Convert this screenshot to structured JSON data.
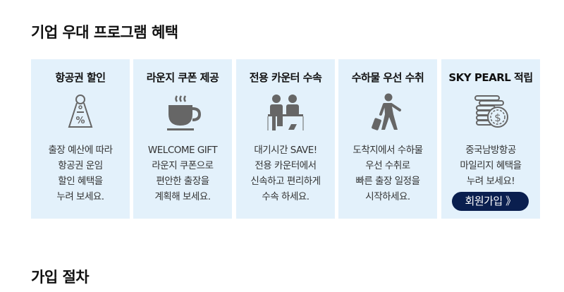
{
  "section_title": "기업 우대 프로그램 혜택",
  "next_section_title": "가입 절차",
  "cards": [
    {
      "title": "항공권 할인",
      "icon": "discount-tag-icon",
      "lines": [
        "출장 예산에 따라",
        "항공권 운임",
        "할인 혜택을",
        "누려 보세요."
      ]
    },
    {
      "title": "라운지 쿠폰 제공",
      "icon": "coffee-cup-icon",
      "lines": [
        "WELCOME GIFT",
        "라운지 쿠폰으로",
        "편안한 출장을",
        "계획해 보세요."
      ]
    },
    {
      "title": "전용 카운터 수속",
      "icon": "check-in-counter-icon",
      "lines": [
        "대기시간 SAVE!",
        "전용 카운터에서",
        "신속하고 편리하게",
        "수속 하세요."
      ]
    },
    {
      "title": "수하물 우선 수취",
      "icon": "traveler-luggage-icon",
      "lines": [
        "도착지에서 수하물",
        "우선 수취로",
        "빠른 출장 일정을",
        "시작하세요."
      ]
    },
    {
      "title": "SKY PEARL 적립",
      "icon": "coins-dollar-icon",
      "lines": [
        "중국남방항공",
        "마일리지 혜택을",
        "누려 보세요!"
      ],
      "button": "회원가입 》"
    }
  ],
  "colors": {
    "card_bg": "#e3f1fb",
    "button_bg": "#0a1f4f",
    "icon": "#666666"
  }
}
